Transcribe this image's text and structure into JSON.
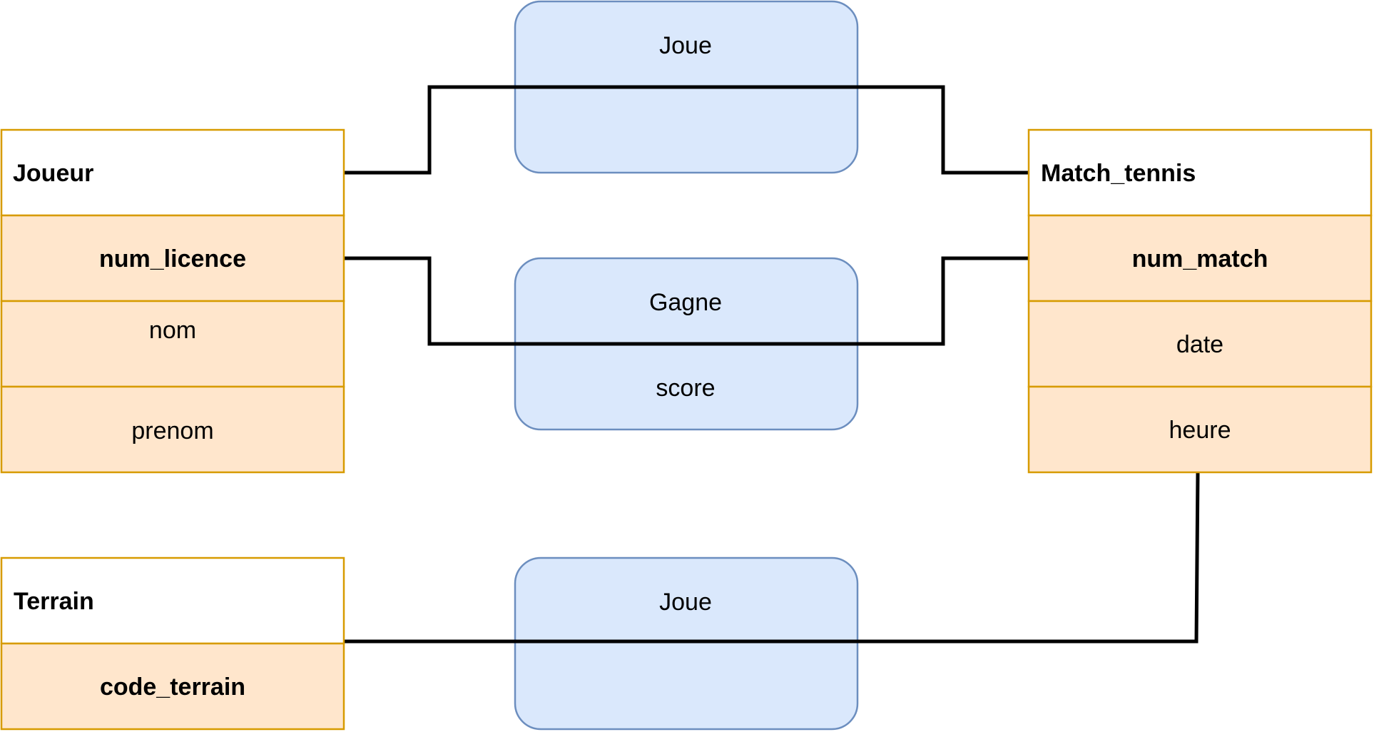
{
  "colors": {
    "entity_border": "#d79b00",
    "entity_header_fill": "#ffffff",
    "entity_attr_fill": "#ffe6cc",
    "relation_fill": "#dae8fc",
    "relation_border": "#6c8ebf",
    "connector": "#000000"
  },
  "entities": {
    "joueur": {
      "title": "Joueur",
      "key": "num_licence",
      "attrs": [
        "nom",
        "prenom"
      ]
    },
    "match": {
      "title": "Match_tennis",
      "key": "num_match",
      "attrs": [
        "date",
        "heure"
      ]
    },
    "terrain": {
      "title": "Terrain",
      "key": "code_terrain"
    }
  },
  "relations": {
    "joue_top": {
      "label": "Joue"
    },
    "gagne": {
      "label": "Gagne",
      "attr": "score"
    },
    "joue_bottom": {
      "label": "Joue"
    }
  }
}
